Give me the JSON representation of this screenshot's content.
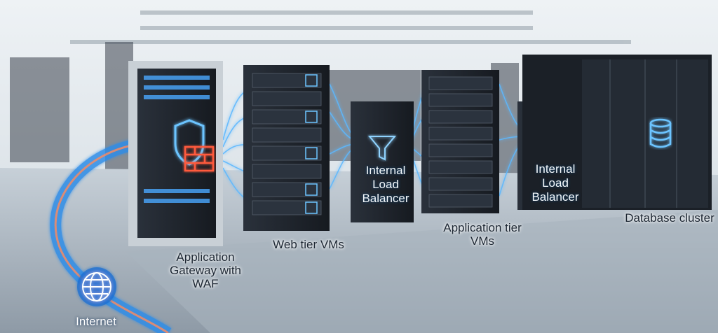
{
  "labels": {
    "internet": "Internet",
    "gateway": "Application Gateway with WAF",
    "web_tier": "Web tier VMs",
    "ilb_1": "Internal Load Balancer",
    "app_tier": "Application tier VMs",
    "ilb_2": "Internal Load Balancer",
    "database": "Database cluster"
  },
  "colors": {
    "glow": "#3fa9ff",
    "accent_red": "#ff5a3c",
    "rack": "#1c2129",
    "floor": "#b9c3cc"
  }
}
